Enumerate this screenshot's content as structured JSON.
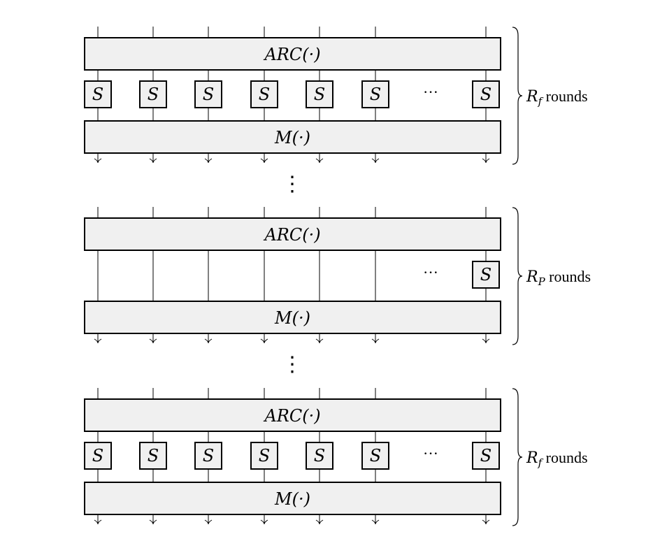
{
  "diagram": {
    "arc_label": "ARC(·)",
    "mix_label": "M(·)",
    "sbox_label": "S",
    "ellipsis": "···",
    "vdots": "⋮",
    "sections": [
      {
        "type": "full",
        "brace_label_symbol": "R",
        "brace_label_sub": "f",
        "brace_label_suffix": " rounds"
      },
      {
        "type": "partial",
        "brace_label_symbol": "R",
        "brace_label_sub": "P",
        "brace_label_suffix": " rounds"
      },
      {
        "type": "full",
        "brace_label_symbol": "R",
        "brace_label_sub": "f",
        "brace_label_suffix": " rounds"
      }
    ]
  }
}
